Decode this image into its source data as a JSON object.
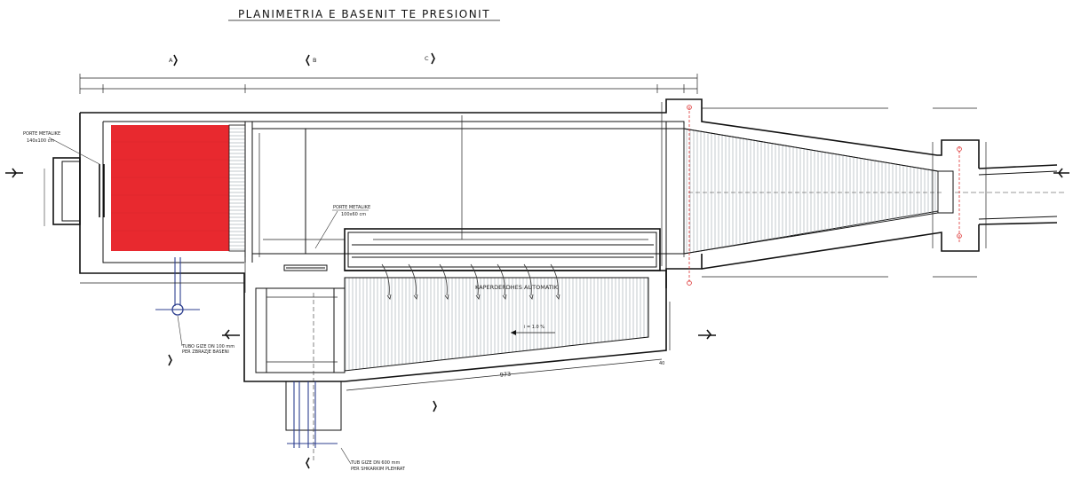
{
  "title": "PLANIMETRIA E BASENIT TE PRESIONIT",
  "labels": {
    "porte_top": "PORTE METALIKE",
    "porte_top_size": "140x100 cm",
    "porte_mid": "PORTE METALIKE",
    "porte_mid_size": "100x60 cm",
    "kapercyes": "KAPERDERDHES AUTOMATIK",
    "slope": "i = 1.0 %",
    "tubo_bottom": "TUB GIZE DN 600 mm",
    "tubo_bottom_2": "PER SHKARKIM PLEHRAT",
    "tubo_left": "TUBO GIZE DN 100 mm",
    "tubo_left_2": "PER ZBRAZJE BASENI",
    "dim_bottom": "973",
    "dim_right": "40"
  },
  "colors": {
    "red_zone": "#e8292f",
    "blue_pipe": "#2d3f8f",
    "line": "#111111"
  }
}
